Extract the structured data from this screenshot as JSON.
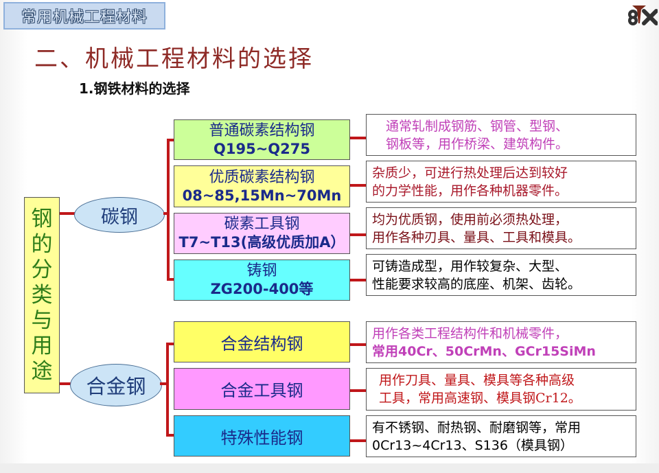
{
  "header": {
    "label": "常用机械工程材料"
  },
  "logo": {
    "icon": "gear-logo-icon"
  },
  "title": "二、机械工程材料的选择",
  "subtitle": "1.钢铁材料的选择",
  "root": {
    "label_chars": [
      "钢",
      "的",
      "分",
      "类",
      "与",
      "用",
      "途"
    ],
    "label": "钢的分类与用途"
  },
  "colors": {
    "connector": "#c0171a",
    "title": "#8e2a26",
    "root_bg": "#ffff99",
    "root_text": "#2e7d1a",
    "ellipse_bg": "#cce4f6"
  },
  "groups": [
    {
      "name": "碳钢",
      "items": [
        {
          "title": "普通碳素结构钢",
          "grade": "Q195~Q275",
          "bg": "#ccff99",
          "desc": [
            "通常轧制成钢筋、钢管、型钢、",
            "钢板等，用作桥梁、建筑构件。"
          ],
          "desc_color": "#c040b8"
        },
        {
          "title": "优质碳素结构钢",
          "grade": "08~85,15Mn~70Mn",
          "bg": "#ffff99",
          "desc": [
            "杂质少，可进行热处理后达到较好",
            "的力学性能，用作各种机器零件。"
          ],
          "desc_color": "#a8182a"
        },
        {
          "title": "碳素工具钢",
          "grade": "T7~T13(高级优质加A）",
          "bg": "#ffccff",
          "desc": [
            "均为优质钢，使用前必须热处理，",
            "用作各种刃具、量具、工具和模具。"
          ],
          "desc_color": "#7a1018"
        },
        {
          "title": "铸钢",
          "grade": "ZG200-400等",
          "bg": "#66ffff",
          "desc": [
            "可铸造成型，用作较复杂、大型、",
            "性能要求较高的底座、机架、齿轮。"
          ],
          "desc_color": "#000000"
        }
      ]
    },
    {
      "name": "合金钢",
      "items": [
        {
          "title": "合金结构钢",
          "bg": "#ffff66",
          "desc": [
            "用作各类工程结构件和机械零件，",
            "常用40Cr、50CrMn、GCr15SiMn"
          ],
          "desc_color": "#c040b8"
        },
        {
          "title": "合金工具钢",
          "bg": "#ff99ff",
          "desc": [
            "用作刀具、量具、模具等各种高级",
            "工具，常用高速钢、模具钢Cr12。"
          ],
          "desc_color": "#c0171a"
        },
        {
          "title": "特殊性能钢",
          "bg": "#33ccff",
          "desc": [
            "有不锈钢、耐热钢、耐磨钢等，常用",
            "0Cr13~4Cr13、S136（模具钢）"
          ],
          "desc_color": "#000000"
        }
      ]
    }
  ]
}
